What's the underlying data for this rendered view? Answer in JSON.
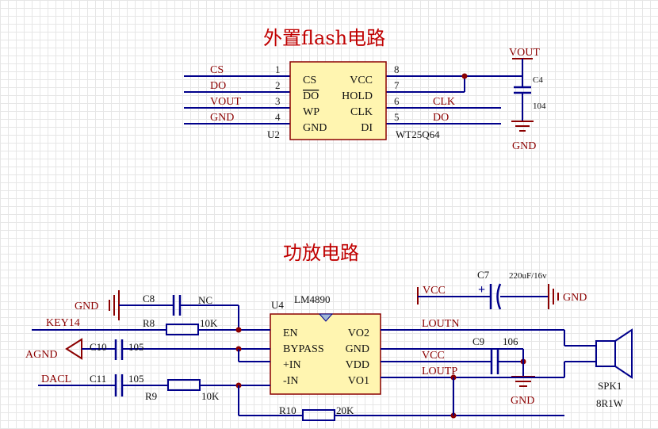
{
  "flash": {
    "title": "外置flash电路",
    "ref": "U2",
    "part": "WT25Q64",
    "left_nets": [
      "CS",
      "DO",
      "VOUT",
      "GND"
    ],
    "left_pin_numbers": [
      "1",
      "2",
      "3",
      "4"
    ],
    "left_pin_names": [
      "CS",
      "DO",
      "WP",
      "GND"
    ],
    "right_pin_names": [
      "VCC",
      "HOLD",
      "CLK",
      "DI"
    ],
    "right_pin_numbers": [
      "8",
      "7",
      "6",
      "5"
    ],
    "right_nets": [
      "CLK",
      "DO"
    ],
    "power_net": "VOUT",
    "cap_ref": "C4",
    "cap_value": "104",
    "ground_net": "GND"
  },
  "amp": {
    "title": "功放电路",
    "ref": "U4",
    "part": "LM4890",
    "left_pin_names": [
      "EN",
      "BYPASS",
      "+IN",
      "-IN"
    ],
    "right_pin_names": [
      "VO2",
      "GND",
      "VDD",
      "VO1"
    ],
    "gnd_net": "GND",
    "c8_ref": "C8",
    "c8_value": "NC",
    "key_net": "KEY14",
    "r8_ref": "R8",
    "r8_value": "10K",
    "agnd_net": "AGND",
    "c10_ref": "C10",
    "c10_value": "105",
    "dacl_net": "DACL",
    "c11_ref": "C11",
    "c11_value": "105",
    "r9_ref": "R9",
    "r9_value": "10K",
    "r10_ref": "R10",
    "r10_value": "20K",
    "vcc_net_top": "VCC",
    "c7_ref": "C7",
    "c7_value": "220uF/16v",
    "c7_gnd_net": "GND",
    "c7_plus": "+",
    "loutn_net": "LOUTN",
    "c9_ref": "C9",
    "c9_value": "106",
    "vcc_net": "VCC",
    "loutp_net": "LOUTP",
    "c9_gnd_net": "GND",
    "speaker_ref": "SPK1",
    "speaker_value": "8R1W"
  }
}
